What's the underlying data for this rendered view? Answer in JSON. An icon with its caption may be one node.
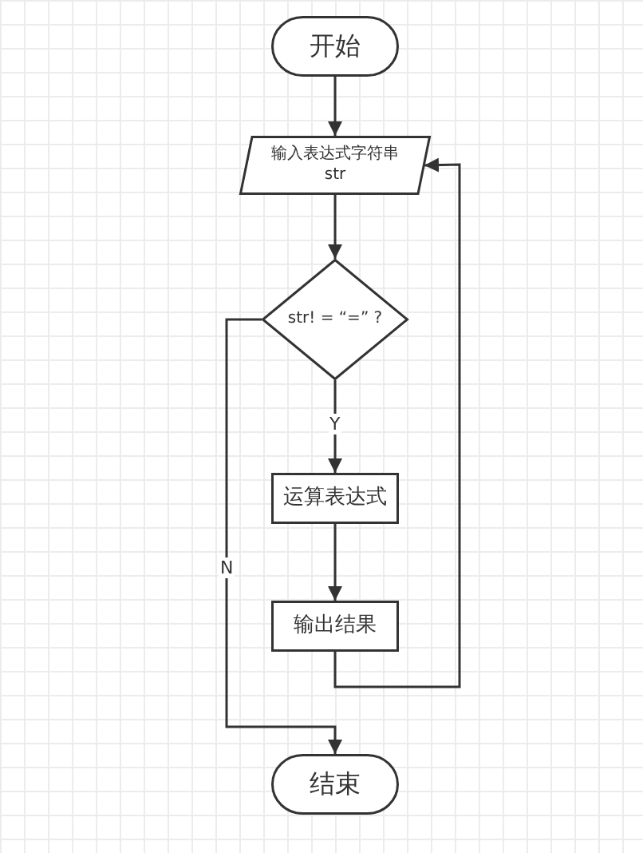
{
  "diagram": {
    "nodes": [
      {
        "text": [
          "开始"
        ]
      },
      {
        "text": [
          "输入表达式字符串 str"
        ]
      },
      {
        "text": [
          "str! = “=” ?"
        ]
      },
      {
        "text": [
          "运算表达式"
        ]
      },
      {
        "text": [
          "输出结果"
        ]
      },
      {
        "text": [
          "结束"
        ]
      }
    ],
    "edges": [
      {
        "from": 0,
        "to": 1,
        "arrow": "to"
      },
      {
        "from": 1,
        "to": 2,
        "arrow": "to"
      },
      {
        "from": 2,
        "to": 3,
        "arrow": "to",
        "label": "Y"
      },
      {
        "from": 3,
        "to": 4,
        "arrow": "to"
      },
      {
        "from": 4,
        "to": 1,
        "arrow": "to"
      },
      {
        "from": 2,
        "to": 5,
        "arrow": "to",
        "label": "N"
      }
    ]
  }
}
